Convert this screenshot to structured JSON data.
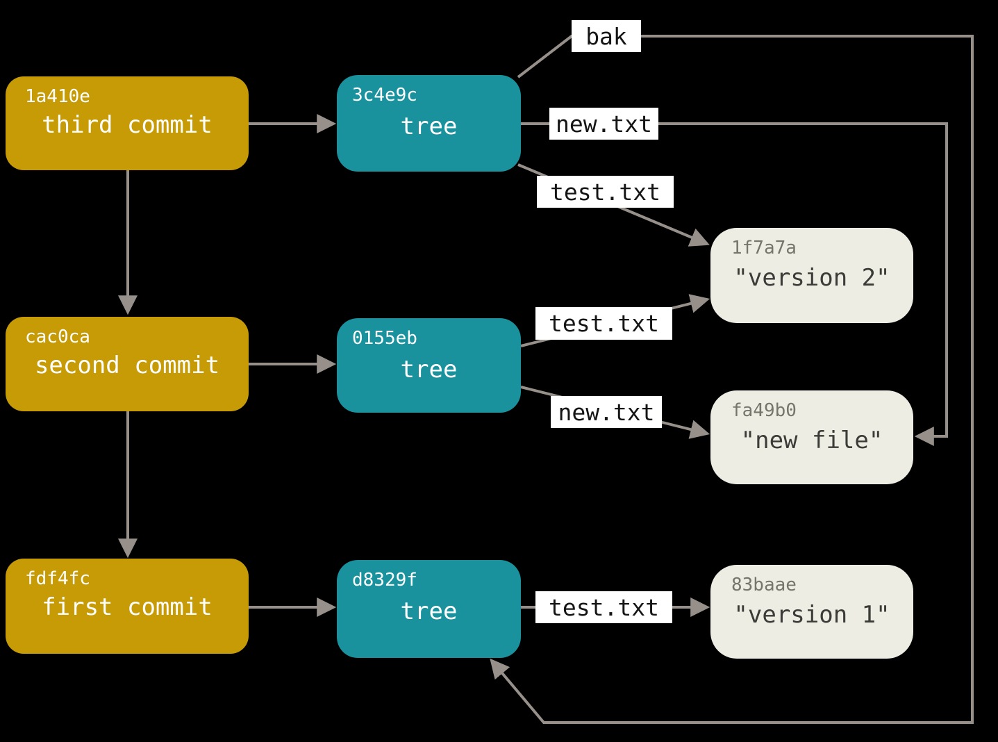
{
  "nodes": {
    "commit_third": {
      "hash": "1a410e",
      "title": "third commit"
    },
    "commit_second": {
      "hash": "cac0ca",
      "title": "second commit"
    },
    "commit_first": {
      "hash": "fdf4fc",
      "title": "first commit"
    },
    "tree_third": {
      "hash": "3c4e9c",
      "title": "tree"
    },
    "tree_second": {
      "hash": "0155eb",
      "title": "tree"
    },
    "tree_first": {
      "hash": "d8329f",
      "title": "tree"
    },
    "blob_version2": {
      "hash": "1f7a7a",
      "title": "\"version 2\""
    },
    "blob_newfile": {
      "hash": "fa49b0",
      "title": "\"new file\""
    },
    "blob_version1": {
      "hash": "83baae",
      "title": "\"version 1\""
    }
  },
  "edge_labels": {
    "bak": "bak",
    "new_txt_top": "new.txt",
    "test_txt_top": "test.txt",
    "test_txt_mid": "test.txt",
    "new_txt_mid": "new.txt",
    "test_txt_bottom": "test.txt"
  },
  "colors": {
    "background": "#000000",
    "commit_fill": "#C79B06",
    "tree_fill": "#1A929E",
    "blob_fill": "#EDEDE4",
    "node_text": "#FFFFFF",
    "blob_hash_text": "#76756D",
    "blob_title_text": "#3B3B37",
    "edge_line": "#97908A",
    "label_background": "#FFFFFF",
    "label_text": "#151515"
  }
}
